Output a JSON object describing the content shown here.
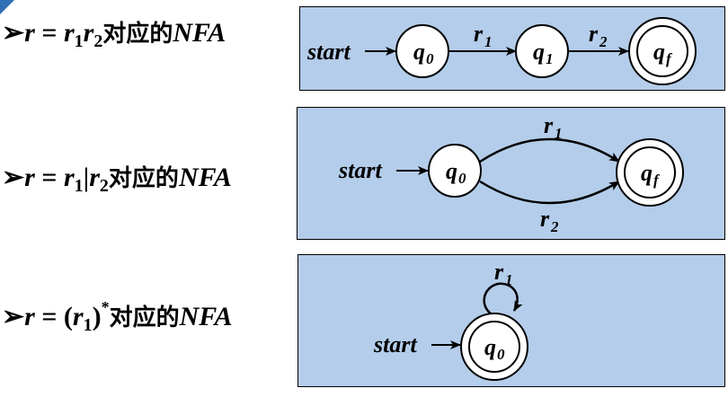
{
  "rules": [
    {
      "bullet": "➢",
      "r": "r",
      "eq": " = ",
      "parts": [
        {
          "t": "r",
          "s": "1"
        },
        {
          "t": "r",
          "s": "2"
        }
      ],
      "suffix_cjk": "对应的",
      "suffix": "NFA"
    },
    {
      "bullet": "➢",
      "r": "r",
      "eq": " = ",
      "p1": "r",
      "p1s": "1",
      "bar": "|",
      "p2": "r",
      "p2s": "2",
      "suffix_cjk": "对应的",
      "suffix": "NFA"
    },
    {
      "bullet": "➢",
      "r": "r",
      "eq": " = (",
      "p1": "r",
      "p1s": "1",
      "close": ")",
      "star": "*",
      "suffix_cjk": "对应的",
      "suffix": "NFA"
    }
  ],
  "nfa1": {
    "start": "start",
    "q0": "q",
    "q0s": "0",
    "e1": "r",
    "e1s": "1",
    "q1": "q",
    "q1s": "1",
    "e2": "r",
    "e2s": "2",
    "qf": "q",
    "qfs": "f"
  },
  "nfa2": {
    "start": "start",
    "q0": "q",
    "q0s": "0",
    "top": "r",
    "tops": "1",
    "bottom": "r",
    "bottoms": "2",
    "qf": "q",
    "qfs": "f"
  },
  "nfa3": {
    "start": "start",
    "loop": "r",
    "loops": "1",
    "q0": "q",
    "q0s": "0"
  },
  "colors": {
    "panel": "#b4cdea",
    "accent": "#2f6fb5",
    "state_fill": "#ffffff"
  }
}
